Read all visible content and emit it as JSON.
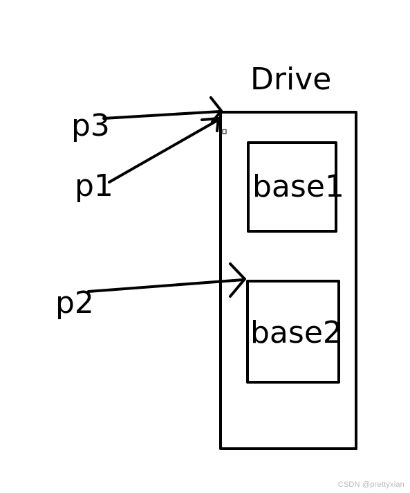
{
  "diagram": {
    "title": "Drive",
    "inner_boxes": [
      {
        "label": "base1"
      },
      {
        "label": "base2"
      }
    ],
    "pointers": [
      {
        "label": "p3",
        "target": "Drive"
      },
      {
        "label": "p1",
        "target": "Drive"
      },
      {
        "label": "p2",
        "target": "base2"
      }
    ]
  },
  "watermark": "CSDN @prettyxian",
  "colors": {
    "ink": "#000000",
    "background": "#ffffff",
    "watermark": "#b8b8b8"
  }
}
